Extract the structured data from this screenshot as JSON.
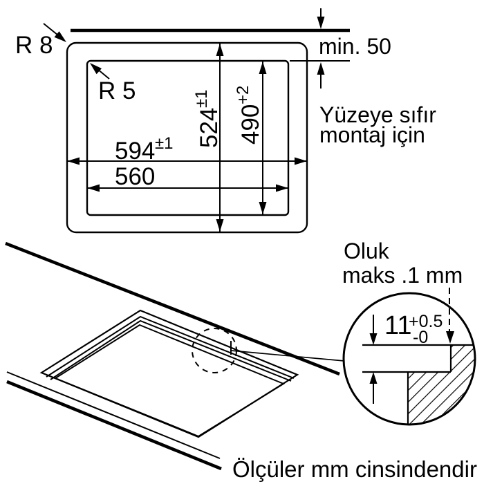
{
  "top_view": {
    "corner_radius_outer_label": "R 8",
    "corner_radius_inner_label": "R 5",
    "width_outer": {
      "value": "594",
      "tolerance": "±1"
    },
    "width_inner": {
      "value": "560"
    },
    "height_outer": {
      "value": "524",
      "tolerance": "±1"
    },
    "height_inner": {
      "value": "490",
      "tolerance": "+2"
    },
    "min_clearance_label": "min. 50",
    "flush_note": {
      "line1": "Yüzeye sıfır",
      "line2": "montaj için"
    }
  },
  "detail_view": {
    "groove_note": {
      "line1": "Oluk",
      "line2": "maks .1 mm"
    },
    "recess_depth": {
      "value": "11",
      "tolerance_plus": "+0.5",
      "tolerance_minus": "-0"
    }
  },
  "footer": {
    "units_note": "Ölçüler mm cinsindendir"
  },
  "colors": {
    "line": "#000000",
    "background": "#ffffff"
  }
}
